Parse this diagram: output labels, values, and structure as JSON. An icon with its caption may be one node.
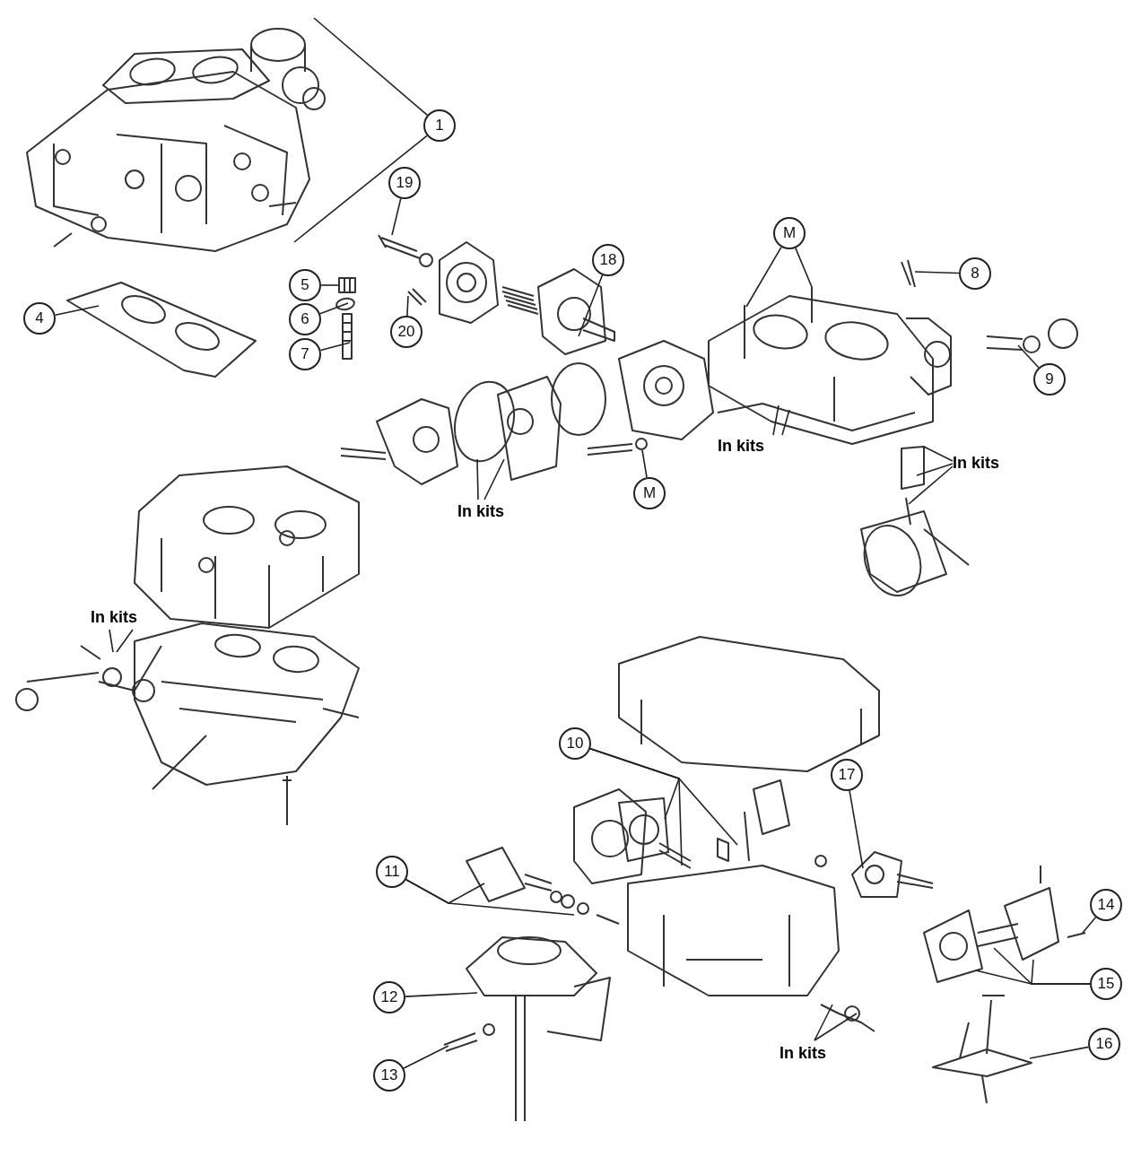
{
  "diagram": {
    "nodes": [
      {
        "text": [
          "1"
        ]
      },
      {
        "text": [
          "19"
        ]
      },
      {
        "text": [
          "M"
        ]
      },
      {
        "text": [
          "18"
        ]
      },
      {
        "text": [
          "8"
        ]
      },
      {
        "text": [
          "5"
        ]
      },
      {
        "text": [
          "4"
        ]
      },
      {
        "text": [
          "6"
        ]
      },
      {
        "text": [
          "20"
        ]
      },
      {
        "text": [
          "7"
        ]
      },
      {
        "text": [
          "9"
        ]
      },
      {
        "text": [
          "In kits"
        ]
      },
      {
        "text": [
          "In kits"
        ]
      },
      {
        "text": [
          "M"
        ]
      },
      {
        "text": [
          "In kits"
        ]
      },
      {
        "text": [
          "In kits"
        ]
      },
      {
        "text": [
          "10"
        ]
      },
      {
        "text": [
          "17"
        ]
      },
      {
        "text": [
          "11"
        ]
      },
      {
        "text": [
          "14"
        ]
      },
      {
        "text": [
          "15"
        ]
      },
      {
        "text": [
          "12"
        ]
      },
      {
        "text": [
          "16"
        ]
      },
      {
        "text": [
          "In kits"
        ]
      },
      {
        "text": [
          "13"
        ]
      }
    ],
    "edges": [
      {
        "from": 0,
        "to": null,
        "arrow": "none"
      },
      {
        "from": 0,
        "to": null,
        "arrow": "none"
      },
      {
        "from": 1,
        "to": null,
        "arrow": "none"
      },
      {
        "from": 2,
        "to": null,
        "arrow": "none"
      },
      {
        "from": 2,
        "to": null,
        "arrow": "none"
      },
      {
        "from": 3,
        "to": null,
        "arrow": "none"
      },
      {
        "from": 4,
        "to": null,
        "arrow": "none"
      },
      {
        "from": 5,
        "to": null,
        "arrow": "none"
      },
      {
        "from": 6,
        "to": null,
        "arrow": "none"
      },
      {
        "from": 7,
        "to": null,
        "arrow": "none"
      },
      {
        "from": 8,
        "to": null,
        "arrow": "none"
      },
      {
        "from": 9,
        "to": null,
        "arrow": "none"
      },
      {
        "from": 10,
        "to": null,
        "arrow": "none"
      },
      {
        "from": 11,
        "to": null,
        "arrow": "none"
      },
      {
        "from": 11,
        "to": null,
        "arrow": "none"
      },
      {
        "from": 12,
        "to": null,
        "arrow": "none"
      },
      {
        "from": 12,
        "to": null,
        "arrow": "none"
      },
      {
        "from": 12,
        "to": null,
        "arrow": "none"
      },
      {
        "from": 13,
        "to": null,
        "arrow": "none"
      },
      {
        "from": 14,
        "to": null,
        "arrow": "none"
      },
      {
        "from": 14,
        "to": null,
        "arrow": "none"
      },
      {
        "from": 15,
        "to": null,
        "arrow": "none"
      },
      {
        "from": 15,
        "to": null,
        "arrow": "none"
      },
      {
        "from": 16,
        "to": null,
        "arrow": "none"
      },
      {
        "from": 16,
        "to": null,
        "arrow": "none"
      },
      {
        "from": 16,
        "to": null,
        "arrow": "none"
      },
      {
        "from": 17,
        "to": null,
        "arrow": "none"
      },
      {
        "from": 18,
        "to": null,
        "arrow": "none"
      },
      {
        "from": 18,
        "to": null,
        "arrow": "none"
      },
      {
        "from": 19,
        "to": null,
        "arrow": "none"
      },
      {
        "from": 20,
        "to": null,
        "arrow": "none"
      },
      {
        "from": 20,
        "to": null,
        "arrow": "none"
      },
      {
        "from": 20,
        "to": null,
        "arrow": "none"
      },
      {
        "from": 21,
        "to": null,
        "arrow": "none"
      },
      {
        "from": 22,
        "to": null,
        "arrow": "none"
      },
      {
        "from": 23,
        "to": null,
        "arrow": "none"
      },
      {
        "from": 23,
        "to": null,
        "arrow": "none"
      },
      {
        "from": 24,
        "to": null,
        "arrow": "none"
      }
    ]
  }
}
